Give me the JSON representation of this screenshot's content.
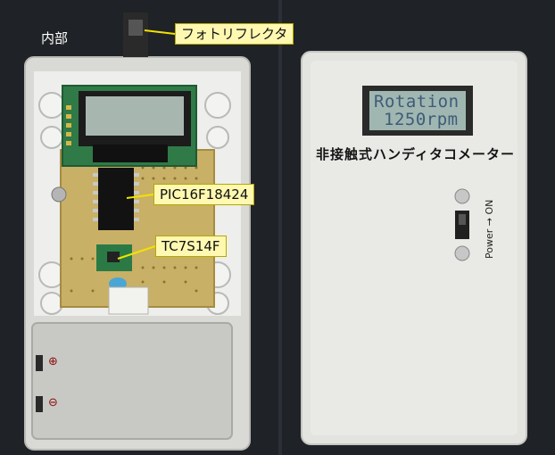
{
  "labels": {
    "interior": "内部",
    "photo_reflector": "フォトリフレクタ",
    "pic": "PIC16F18424",
    "tc": "TC7S14F"
  },
  "lcd": {
    "line1": "Rotation",
    "line2": "1250rpm"
  },
  "device_title": "非接触式ハンディタコメーター",
  "power_label": "Power → ON",
  "battery_symbols": {
    "plus": "⊕",
    "minus": "⊖"
  },
  "colors": {
    "background": "#1f2226",
    "case": "#e3e4e0",
    "pcb": "#c9b067",
    "lcd": "#9fb7b0",
    "callout": "#fff8b0"
  }
}
